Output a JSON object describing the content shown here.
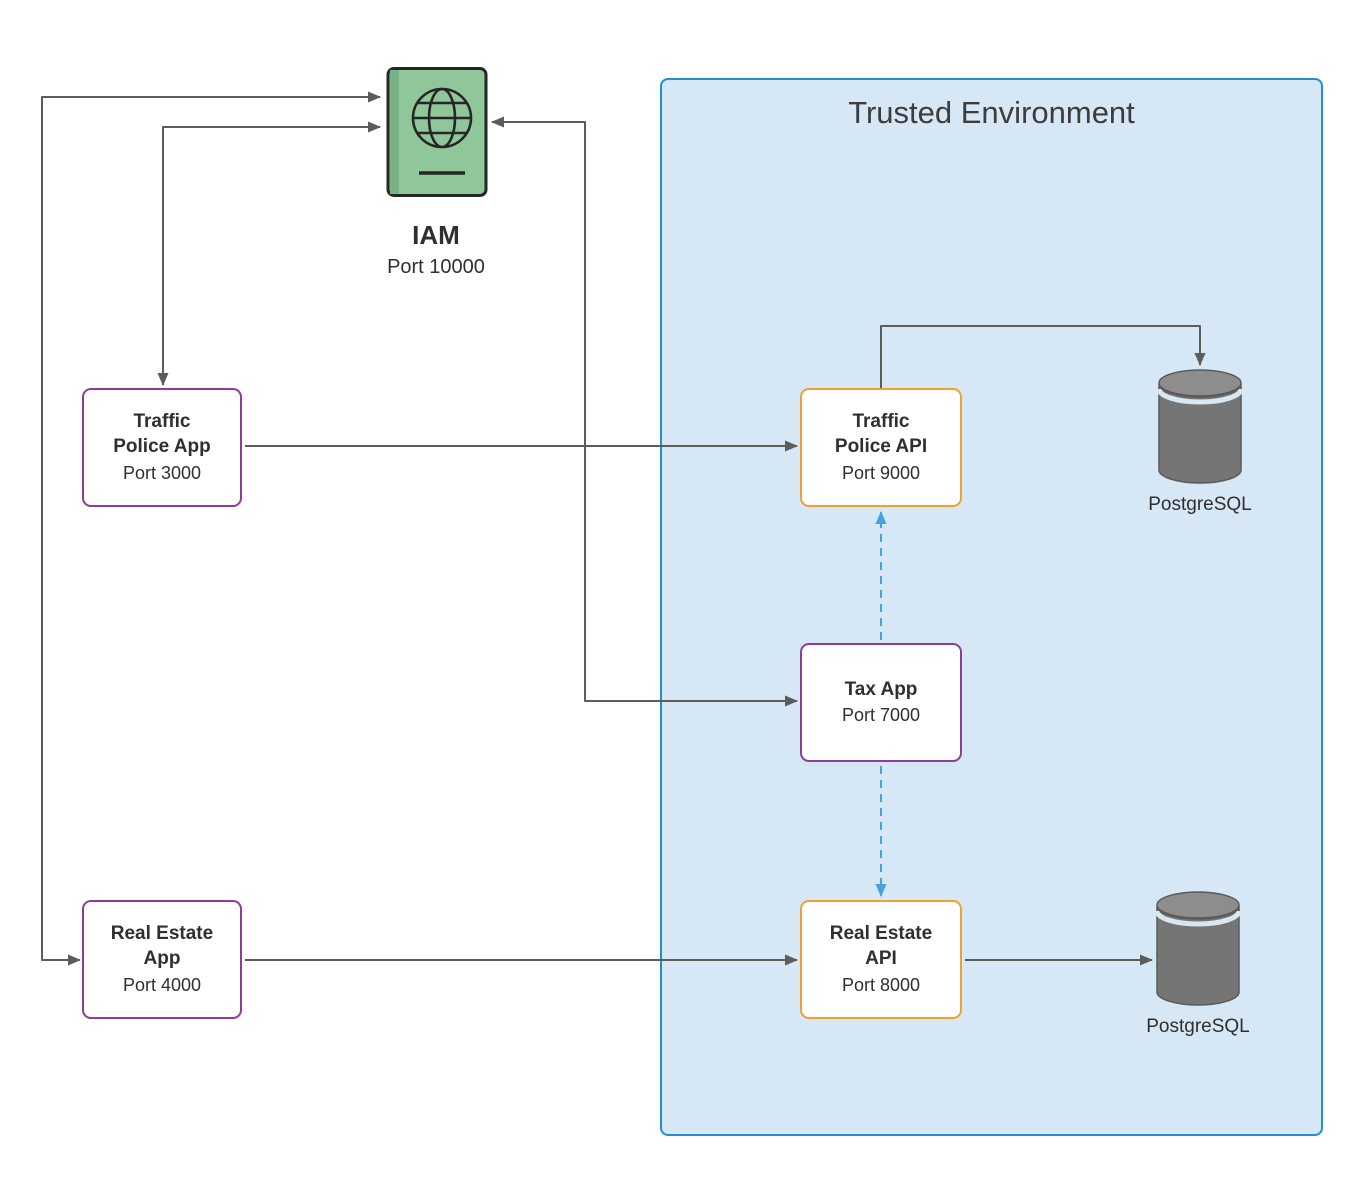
{
  "colors": {
    "trusted_fill": "#d6e8f5",
    "trusted_border": "#2290cf",
    "purple_border": "#8e3d97",
    "orange_border": "#efa033",
    "arrow": "#5c5c5c",
    "dashed_arrow": "#45a2dc",
    "iam_green": "#8fc79a",
    "db_gray": "#757575"
  },
  "trusted_environment": {
    "title": "Trusted Environment"
  },
  "iam": {
    "label": "IAM",
    "port": "Port 10000"
  },
  "nodes": {
    "traffic_police_app": {
      "label": "Traffic Police App",
      "port": "Port 3000"
    },
    "real_estate_app": {
      "label": "Real Estate App",
      "port": "Port 4000"
    },
    "traffic_police_api": {
      "label": "Traffic Police API",
      "port": "Port 9000"
    },
    "tax_app": {
      "label": "Tax App",
      "port": "Port 7000"
    },
    "real_estate_api": {
      "label": "Real Estate API",
      "port": "Port 8000"
    }
  },
  "databases": {
    "traffic_db": {
      "label": "PostgreSQL"
    },
    "real_estate_db": {
      "label": "PostgreSQL"
    }
  },
  "connections": [
    {
      "from": "real-estate-app",
      "to": "iam",
      "style": "solid",
      "bidirectional": true
    },
    {
      "from": "traffic-police-app",
      "to": "iam",
      "style": "solid",
      "bidirectional": true
    },
    {
      "from": "tax-app",
      "to": "iam",
      "style": "solid",
      "bidirectional": true
    },
    {
      "from": "traffic-police-app",
      "to": "traffic-police-api",
      "style": "solid",
      "bidirectional": false
    },
    {
      "from": "real-estate-app",
      "to": "real-estate-api",
      "style": "solid",
      "bidirectional": false
    },
    {
      "from": "traffic-police-api",
      "to": "postgresql-top",
      "style": "solid",
      "bidirectional": false
    },
    {
      "from": "tax-app",
      "to": "traffic-police-api",
      "style": "dashed",
      "bidirectional": false
    },
    {
      "from": "tax-app",
      "to": "real-estate-api",
      "style": "dashed",
      "bidirectional": false
    },
    {
      "from": "real-estate-api",
      "to": "postgresql-bottom",
      "style": "solid",
      "bidirectional": false
    }
  ]
}
